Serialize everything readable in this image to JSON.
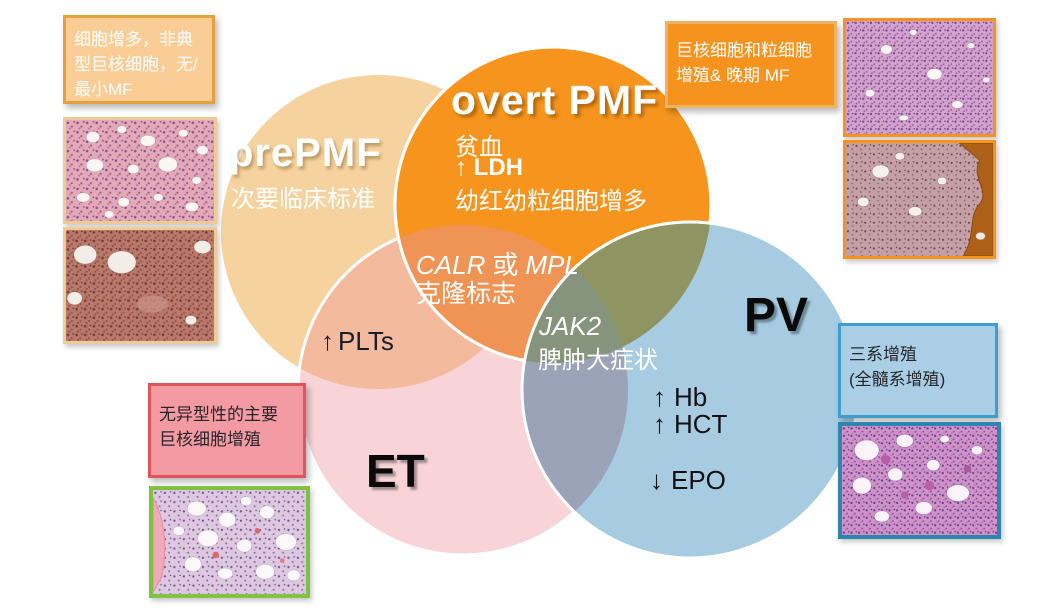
{
  "slide_background": "#FFFFFF",
  "venn": {
    "prepmf": {
      "title": "prePMF",
      "subtitle": "次要临床标准",
      "fill": "#F6D39E"
    },
    "overt_pmf": {
      "title": "overt PMF",
      "lines": [
        "贫血",
        "↑ LDH",
        "幼红幼粒细胞增多"
      ],
      "fill": "#F6941D"
    },
    "et": {
      "title": "ET",
      "fill": "#F8D3D8"
    },
    "pv": {
      "title": "PV",
      "fill": "#A7CCE2",
      "lines": [
        {
          "arrow": "↑",
          "text": "Hb"
        },
        {
          "arrow": "↑",
          "text": "HCT"
        },
        {
          "arrow": "↓",
          "text": "EPO"
        }
      ]
    },
    "overlaps": {
      "prepmf_et": {
        "arrow": "↑",
        "text": "PLTs",
        "fill": "#F4BA9E"
      },
      "pmf_et": {
        "gene1": "CALR",
        "conj": "或",
        "gene2": "MPL",
        "line2": "克隆标志",
        "fill": "#EF9454"
      },
      "pmf_pv": {
        "fill": "#8F9562"
      },
      "et_pv": {
        "fill": "#9AA3B8"
      },
      "triple": {
        "gene": "JAK2",
        "line2": "脾肿大症状",
        "fill": "#87947D"
      }
    },
    "circle_border_color": "#FFFFFF"
  },
  "callouts": {
    "prepmf": {
      "lines": [
        "细胞增多，非典",
        "型巨核细胞，无/",
        "最小MF"
      ],
      "bg": "#FACD96",
      "border": "#E6A03C",
      "text_color": "#FFFFFF"
    },
    "overt_pmf": {
      "lines": [
        "巨核细胞和粒细胞",
        "增殖& 晚期 MF"
      ],
      "bg": "#F6921E",
      "border": "#EDB264",
      "text_color": "#FFFFFF"
    },
    "et": {
      "lines": [
        "无异型性的主要",
        "巨核细胞增殖"
      ],
      "bg": "#F39AA3",
      "border": "#E0555A",
      "text_color": "#26262A"
    },
    "pv": {
      "lines": [
        "三系增殖",
        "(全髓系增殖)"
      ],
      "bg": "#A9CEE5",
      "border": "#3E9ECE",
      "text_color": "#26262A"
    }
  },
  "histology_images": {
    "prepmf_he": {
      "name": "bone-marrow-he-micrograph",
      "border": "#EECB96",
      "palette": [
        "#E2A9B8",
        "#8C4B85",
        "#FAF6F2"
      ]
    },
    "prepmf_stain": {
      "name": "bone-marrow-brown-stain-micrograph",
      "border": "#EECB96",
      "palette": [
        "#B8796A",
        "#7A3B33",
        "#F2EDE6"
      ]
    },
    "overt_he": {
      "name": "hypercellular-marrow-he-micrograph",
      "border": "#F6921E",
      "palette": [
        "#D3A3CC",
        "#7C4596",
        "#FAF6F2"
      ]
    },
    "overt_fibrosis": {
      "name": "fibrotic-marrow-osteosclerosis-micrograph",
      "border": "#F6921E",
      "palette": [
        "#C4A0A4",
        "#6E4460",
        "#AC6018"
      ]
    },
    "et_marrow": {
      "name": "et-marrow-fatty-he-micrograph",
      "border": "#7FC241",
      "palette": [
        "#DCC8DF",
        "#7A4D92",
        "#F2A8B8"
      ]
    },
    "pv_marrow": {
      "name": "pv-panmyelosis-he-micrograph",
      "border": "#2E86B0",
      "palette": [
        "#CE93C8",
        "#6B3D8F",
        "#FAF4FA"
      ]
    }
  }
}
